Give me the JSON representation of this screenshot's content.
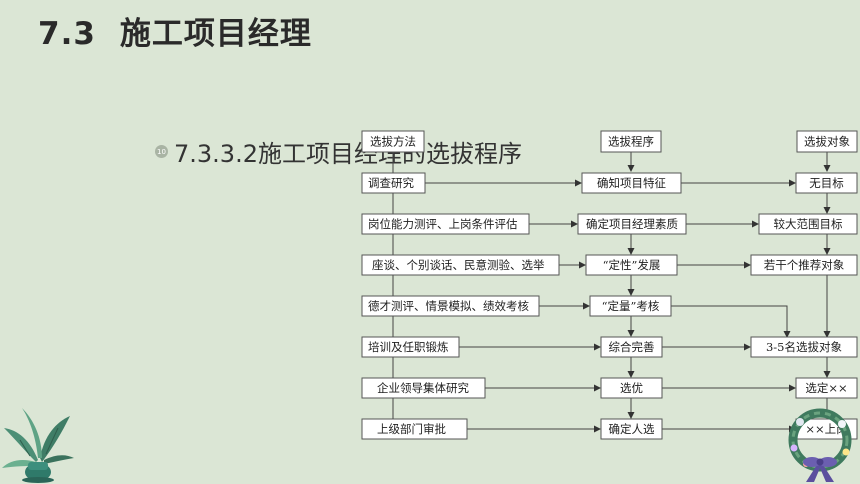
{
  "slide": {
    "section_number": "7.3",
    "section_title": "施工项目经理",
    "bullet_index": "10",
    "bullet_text": "7.3.3.2施工项目经理的选拔程序"
  },
  "flowchart": {
    "headers": {
      "method": "选拔方法",
      "procedure": "选拔程序",
      "target": "选拔对象"
    },
    "methods": [
      "调查研究",
      "岗位能力测评、上岗条件评估",
      "座谈、个别谈话、民意测验、选举",
      "德才测评、情景模拟、绩效考核",
      "培训及任职锻炼",
      "企业领导集体研究",
      "上级部门审批"
    ],
    "procedures": [
      "确知项目特征",
      "确定项目经理素质",
      "“定性”发展",
      "“定量”考核",
      "综合完善",
      "选优",
      "确定人选"
    ],
    "targets": [
      "无目标",
      "较大范围目标",
      "若干个推荐对象",
      "3-5名选拔对象",
      "选定××",
      "××上岗"
    ]
  }
}
